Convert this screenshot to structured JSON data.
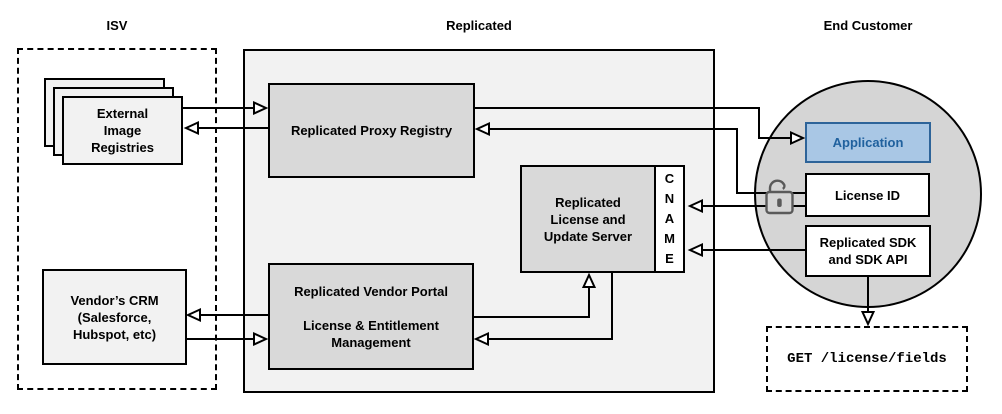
{
  "sections": {
    "isv": {
      "label": "ISV"
    },
    "replicated": {
      "label": "Replicated"
    },
    "end_customer": {
      "label": "End Customer"
    }
  },
  "nodes": {
    "external_image_registries": {
      "label": "External\nImage\nRegistries"
    },
    "vendors_crm": {
      "label": "Vendor’s CRM\n(Salesforce,\nHubspot, etc)"
    },
    "replicated_proxy_registry": {
      "label": "Replicated Proxy Registry"
    },
    "replicated_vendor_portal": {
      "label": "Replicated Vendor Portal\n\nLicense & Entitlement\nManagement"
    },
    "replicated_license_update_server": {
      "label": "Replicated\nLicense and\nUpdate Server"
    },
    "cname": {
      "label": "CNAME"
    },
    "application": {
      "label": "Application"
    },
    "license_id": {
      "label": "License ID"
    },
    "replicated_sdk": {
      "label": "Replicated SDK\nand SDK API"
    },
    "get_license_fields": {
      "label": "GET /license/fields"
    }
  },
  "icons": {
    "unlock": "unlocked-padlock"
  },
  "colors": {
    "section_fill": "#f2f2f2",
    "node_fill": "#d9d9d9",
    "customer_circle_fill": "#d5d5d5",
    "white_fill": "#ffffff",
    "line": "#000000",
    "application_fill": "#a9c7e5",
    "application_border": "#2e6499",
    "application_text": "#20619e",
    "lock_icon": "#5a5a5a"
  }
}
